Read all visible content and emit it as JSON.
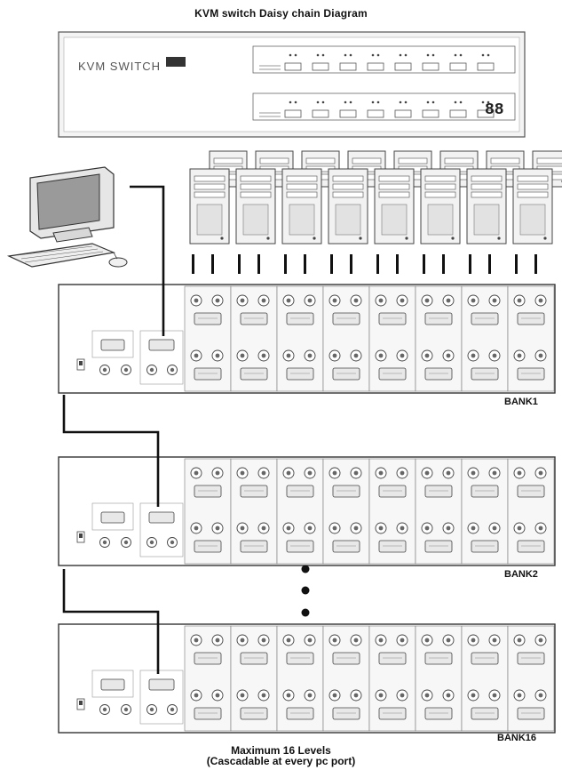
{
  "diagram": {
    "title": "KVM switch Daisy chain Diagram",
    "front_panel_brand": "KVM SWITCH",
    "front_panel_display": "88",
    "bank_labels": [
      "BANK1",
      "BANK2",
      "BANK16"
    ],
    "footer_line1": "Maximum 16 Levels",
    "footer_line2": "(Cascadable at every pc port)"
  }
}
